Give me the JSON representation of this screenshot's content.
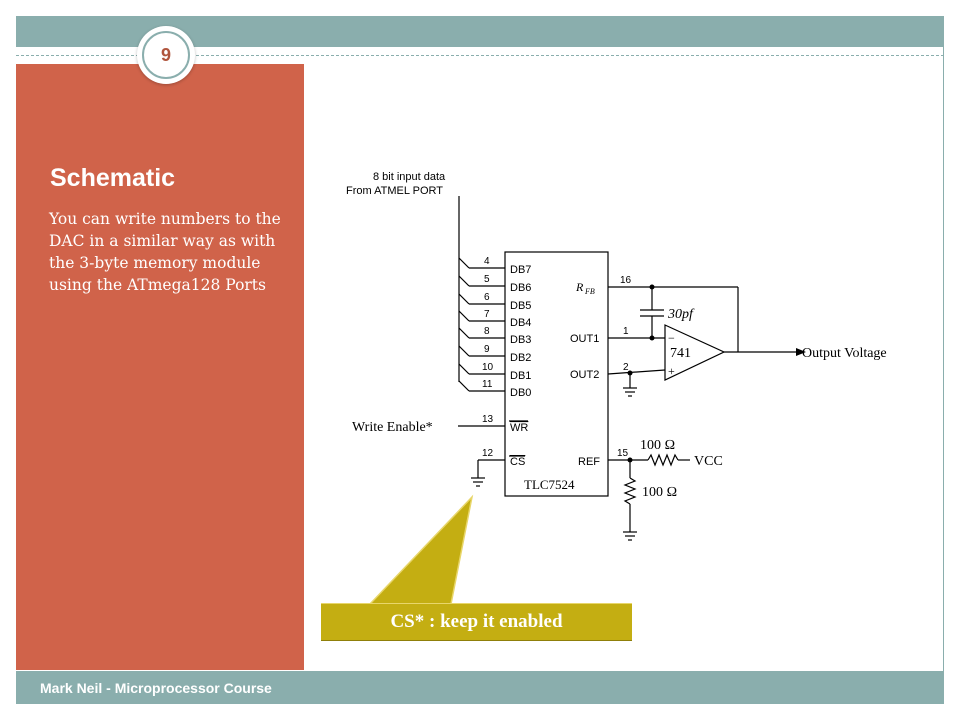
{
  "slide": {
    "number": "9",
    "title": "Schematic",
    "body": "You can write numbers to the DAC in a similar way as with the 3-byte memory module using the ATmega128 Ports",
    "footer": "Mark Neil - Microprocessor Course"
  },
  "schematic": {
    "input_label_1": "8 bit input data",
    "input_label_2": "From ATMEL PORT",
    "chip_name": "TLC7524",
    "pins": [
      {
        "num": "4",
        "name": "DB7"
      },
      {
        "num": "5",
        "name": "DB6"
      },
      {
        "num": "6",
        "name": "DB5"
      },
      {
        "num": "7",
        "name": "DB4"
      },
      {
        "num": "8",
        "name": "DB3"
      },
      {
        "num": "9",
        "name": "DB2"
      },
      {
        "num": "10",
        "name": "DB1"
      },
      {
        "num": "11",
        "name": "DB0"
      }
    ],
    "wr_num": "13",
    "wr_name": "WR",
    "cs_num": "12",
    "cs_name": "CS",
    "rfb_num": "16",
    "rfb_name": "R",
    "rfb_sub": "FB",
    "out1_num": "1",
    "out1_name": "OUT1",
    "out2_num": "2",
    "out2_name": "OUT2",
    "ref_num": "15",
    "ref_name": "REF",
    "cap_label": "30pf",
    "opamp_label": "741",
    "opamp_minus": "−",
    "opamp_plus": "+",
    "output_label": "Output Voltage",
    "write_enable_label": "Write Enable*",
    "r1_label": "100 Ω",
    "vcc_label": "VCC",
    "r2_label": "100 Ω"
  },
  "callout": {
    "text": "CS* : keep it enabled",
    "color": "#c4ae12"
  },
  "colors": {
    "accent_orange": "#d0634a",
    "band_teal": "#8aaead"
  }
}
